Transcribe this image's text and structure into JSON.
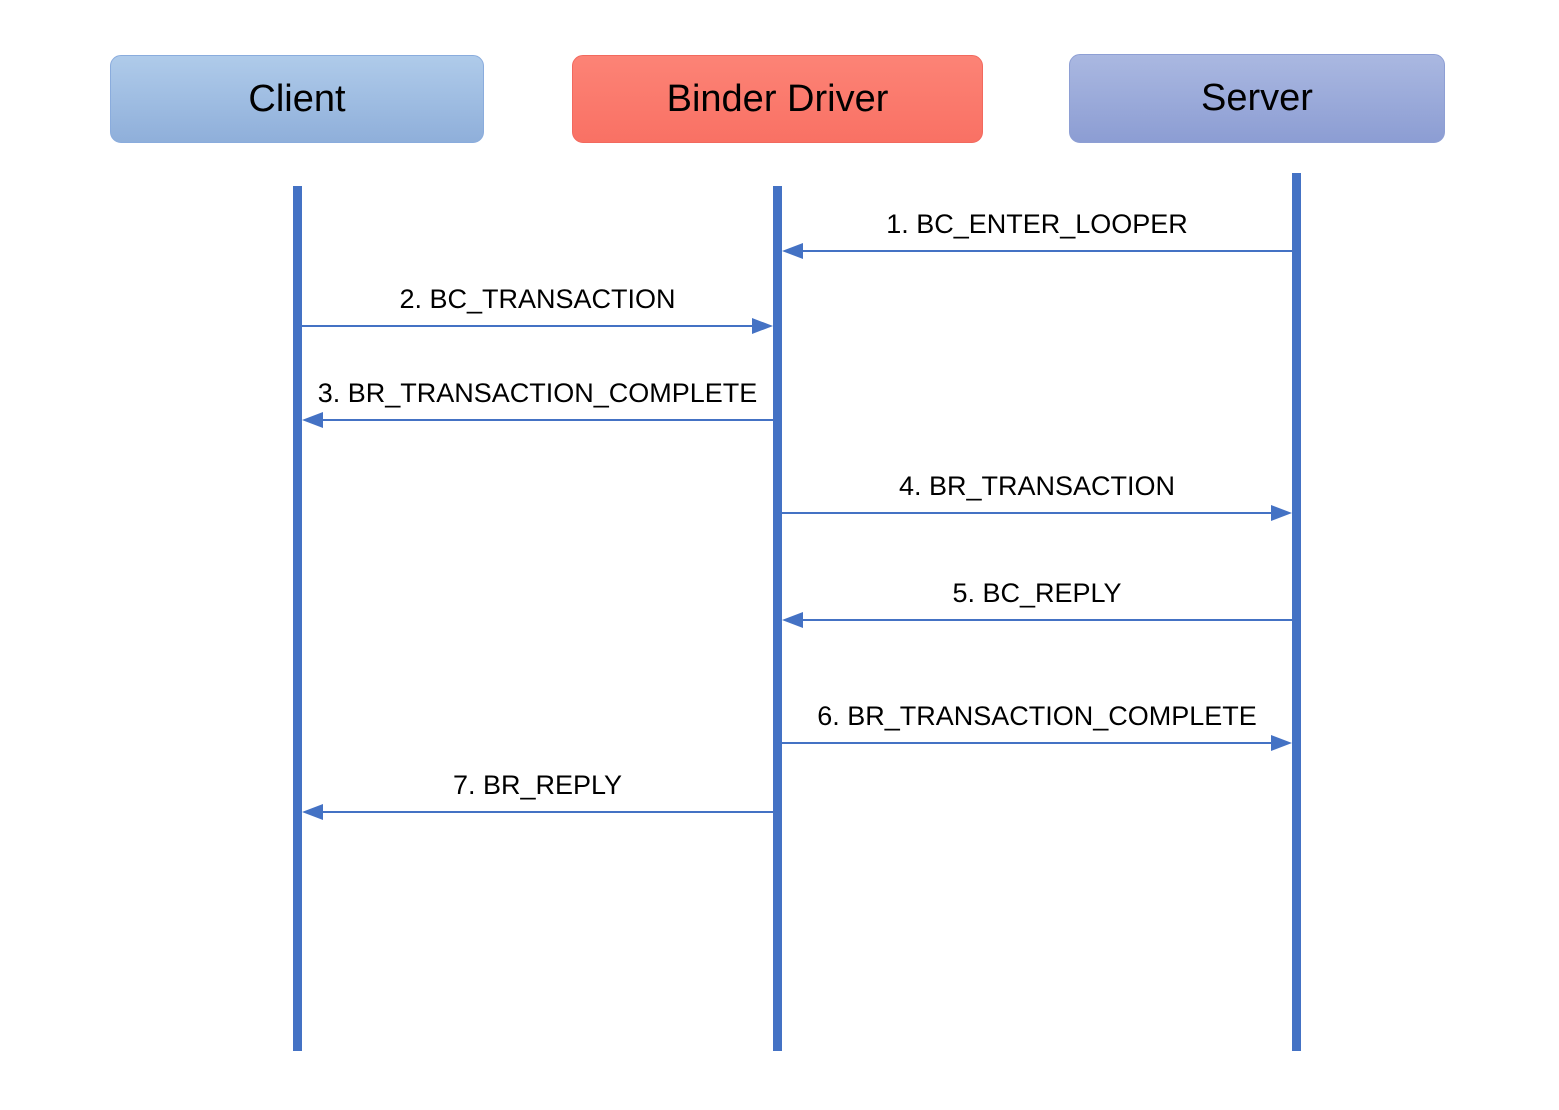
{
  "colors": {
    "background": "#FFFFFF",
    "lifeline": "#4472C4",
    "arrow": "#4472C4",
    "label_text": "#000000",
    "client_box_top": "#AFCBEA",
    "client_box_bottom": "#8FAFDA",
    "client_box_border": "#8AACDD",
    "driver_box_top": "#FC8376",
    "driver_box_bottom": "#F97164",
    "driver_box_border": "#F2695E",
    "server_box_top": "#AAB8E1",
    "server_box_bottom": "#8C9DD3",
    "server_box_border": "#8E9FD4"
  },
  "actors": [
    {
      "id": "client",
      "label": "Client"
    },
    {
      "id": "driver",
      "label": "Binder Driver"
    },
    {
      "id": "server",
      "label": "Server"
    }
  ],
  "messages": [
    {
      "label": "1. BC_ENTER_LOOPER",
      "from": "server",
      "to": "driver"
    },
    {
      "label": "2. BC_TRANSACTION",
      "from": "client",
      "to": "driver"
    },
    {
      "label": "3. BR_TRANSACTION_COMPLETE",
      "from": "driver",
      "to": "client"
    },
    {
      "label": "4. BR_TRANSACTION",
      "from": "driver",
      "to": "server"
    },
    {
      "label": "5. BC_REPLY",
      "from": "server",
      "to": "driver"
    },
    {
      "label": "6. BR_TRANSACTION_COMPLETE",
      "from": "driver",
      "to": "server"
    },
    {
      "label": "7. BR_REPLY",
      "from": "driver",
      "to": "client"
    }
  ]
}
